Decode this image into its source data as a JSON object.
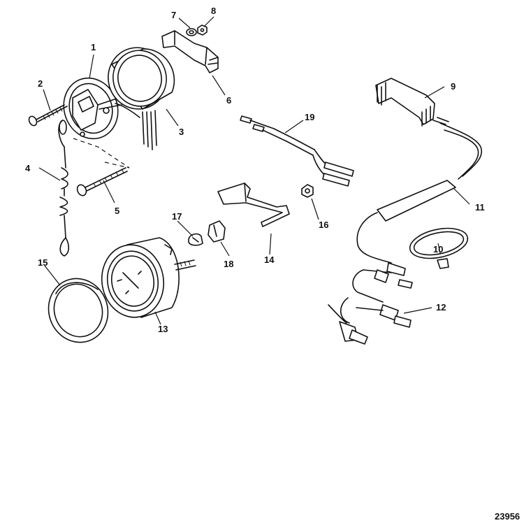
{
  "diagram": {
    "reference_number": "23956",
    "callouts": {
      "c1": "1",
      "c2": "2",
      "c3": "3",
      "c4": "4",
      "c5": "5",
      "c6": "6",
      "c7": "7",
      "c8": "8",
      "c9": "9",
      "c10": "10",
      "c11": "11",
      "c12": "12",
      "c13": "13",
      "c14": "14",
      "c15": "15",
      "c16": "16",
      "c17": "17",
      "c18": "18",
      "c19": "19"
    }
  },
  "colors": {
    "line": "#111111",
    "background": "#ffffff"
  }
}
